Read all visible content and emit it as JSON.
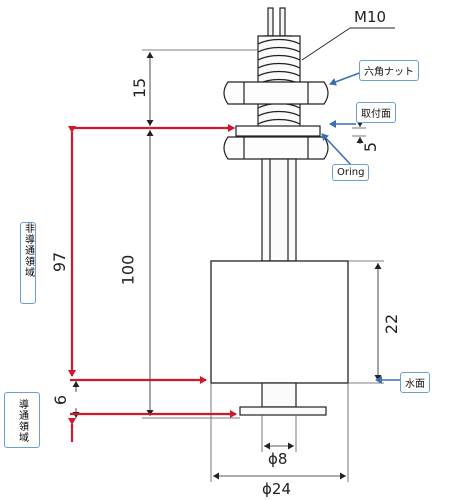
{
  "labels": {
    "thread": "M10",
    "hex_nut": "六角ナット",
    "mount_face": "取付面",
    "oring": "Oring",
    "water_surface": "水面",
    "non_conductive": "非導通領域",
    "conductive": "導通領域"
  },
  "dimensions": {
    "d15": "15",
    "d5": "5",
    "d97": "97",
    "d100": "100",
    "d22": "22",
    "d6": "6",
    "phi8": "ϕ8",
    "phi24": "ϕ24"
  },
  "colors": {
    "arrow_red": "#d0182a",
    "arrow_blue": "#3b6fb5",
    "callout_border": "#6aa0d8",
    "line": "#222222"
  }
}
